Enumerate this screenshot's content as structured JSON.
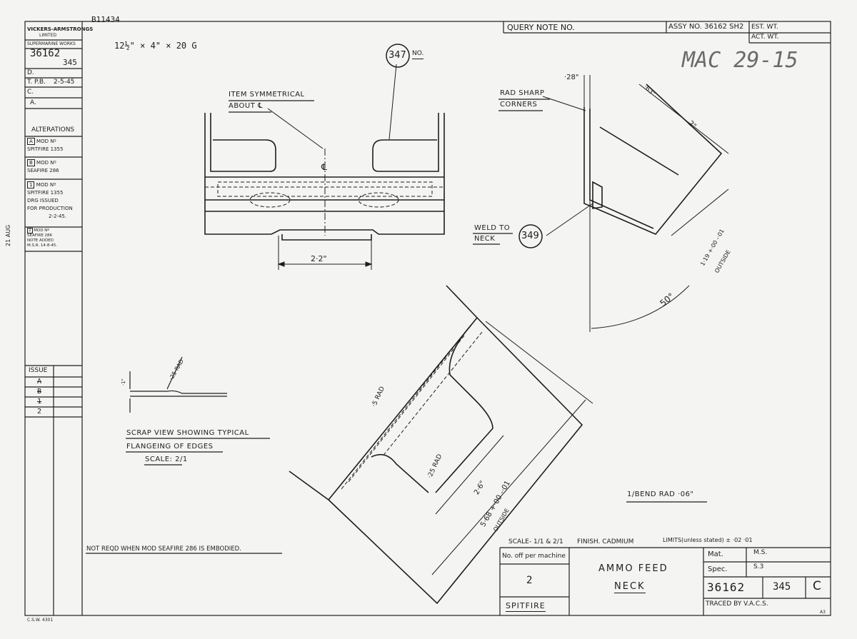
{
  "drawing_ref": "B11434",
  "company": {
    "name": "VICKERS-ARMSTRONGS",
    "limited": "LIMITED",
    "works": "SUPERMARINE WORKS"
  },
  "drawing_number": "36162",
  "part_number": "345",
  "left_panel": {
    "d_label": "D.",
    "t_label": "T.",
    "t_initials": "P.B.",
    "t_date": "2-5-45",
    "c_label": "C.",
    "a_label": "A."
  },
  "alterations": {
    "title": "ALTERATIONS",
    "items": [
      {
        "key": "A",
        "text": [
          "MOD Nº",
          "SPITFIRE 1355"
        ]
      },
      {
        "key": "B",
        "text": [
          "MOD Nº",
          "SEAFIRE 286"
        ]
      },
      {
        "key": "1",
        "text": [
          "MOD Nº",
          "SPITFIRE 1355",
          "DRG ISSUED",
          "FOR PRODUCTION",
          "2-2-45."
        ]
      },
      {
        "key": "2",
        "text": [
          "MOD Nº",
          "SEAFIRE 286",
          "NOTE ADDED",
          "M.S.R. 14-8-45."
        ]
      }
    ]
  },
  "issue": {
    "label": "ISSUE",
    "entries": [
      "A",
      "B",
      "1",
      "2"
    ]
  },
  "side_stamp": "21 AUG",
  "footer_code": "C.S.W. 4301",
  "material_size": "12½\" × 4\" × 20 G",
  "query_note": "QUERY NOTE NO.",
  "assy_no": "ASSY NO. 36162 SH2",
  "est_wt": "EST. WT.",
  "act_wt": "ACT. WT.",
  "handwritten_ref": "MAC 29-15",
  "callouts": {
    "item_347": "347",
    "no_suffix": "NO.",
    "item_349": "349",
    "item_symmetrical": "ITEM SYMMETRICAL",
    "about_cl": "ABOUT ℄",
    "centerline": "℄",
    "rad_sharp": "RAD SHARP",
    "corners": "CORNERS",
    "weld_to": "WELD TO",
    "neck": "NECK"
  },
  "dimensions": {
    "width_top": "2·2\"",
    "offset_28": "·28\"",
    "dim_63": "·63\"",
    "dim_2": "2\"",
    "tol_119": "1·19 +·00 -·01",
    "outside_1": "OUTSIDE",
    "angle": "50°",
    "rad_5": "·5 RAD",
    "rad_25": "·25 RAD",
    "dim_26": "2·6\"",
    "tol_568": "5·68 +·00 -·01",
    "outside_2": "OUTSIDE",
    "scrap_rad": "·25 RAD",
    "scrap_gap": "·1\""
  },
  "notes": {
    "scrap_view": "SCRAP VIEW SHOWING TYPICAL",
    "flanging": "FLANGEING OF EDGES",
    "scrap_scale": "SCALE: 2/1",
    "bend_rad": "1/BEND RAD ·06\"",
    "not_reqd": "NOT REQD WHEN MOD SEAFIRE 286 IS EMBODIED."
  },
  "title_block": {
    "scale": "SCALE- 1/1 & 2/1",
    "finish": "FINISH. CADMIUM",
    "limits": "LIMITS(unless stated) ± ·02 ·01",
    "no_off_label": "No. off per machine",
    "no_off_value": "2",
    "aircraft": "SPITFIRE",
    "title_line1": "AMMO FEED",
    "title_line2": "NECK",
    "mat_label": "Mat.",
    "mat_value": "M.S.",
    "spec_label": "Spec.",
    "spec_value": "S.3",
    "number": "36162",
    "part": "345",
    "issue_letter": "C",
    "traced_by": "TRACED BY V.A.C.S.",
    "sheet_size": "A3"
  }
}
